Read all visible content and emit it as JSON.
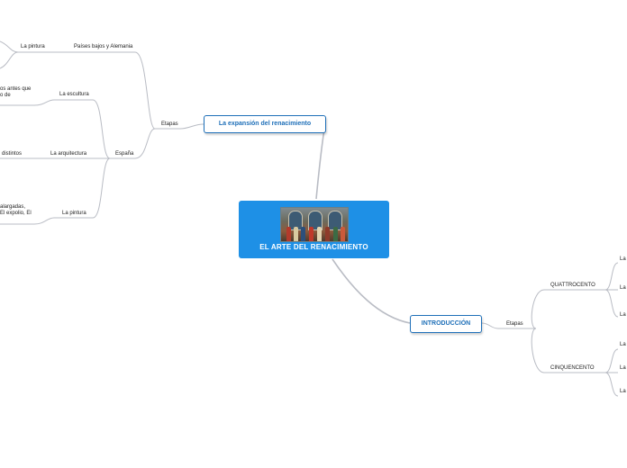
{
  "central": {
    "title": "EL ARTE DEL RENACIMIENTO",
    "image": "renaissance-painting"
  },
  "expansion": {
    "title": "La expansión del renacimiento",
    "stages_label": "Etapas",
    "paises": {
      "label": "Países bajos y Alemania",
      "pintura": "La pintura"
    },
    "espana": {
      "label": "España",
      "escultura": "La escultura",
      "escultura_text_1": "os antes que",
      "escultura_text_2": "o de",
      "arquitectura": "La arquitectura",
      "arquitectura_text": "distintos",
      "pintura": "La pintura",
      "pintura_text_1": "alargadas,",
      "pintura_text_2": "El expolio, El"
    }
  },
  "intro": {
    "title": "INTRODUCCIÓN",
    "stages_label": "Etapas",
    "quattrocento": {
      "label": "QUATTROCENTO",
      "items": [
        "La",
        "La",
        "La"
      ]
    },
    "cinquecento": {
      "label": "CINQUENCENTO",
      "items": [
        "La",
        "La",
        "La"
      ]
    }
  },
  "colors": {
    "central_bg": "#1e90e6",
    "box_border": "#1e6fb8",
    "connector": "#b9bcc4"
  }
}
